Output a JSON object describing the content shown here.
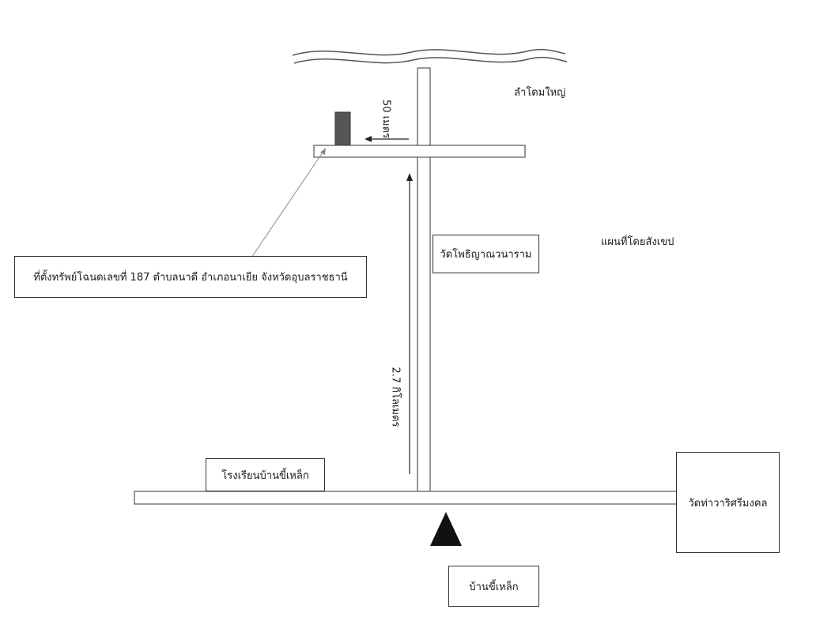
{
  "map": {
    "river_label": "ลำโดมใหญ่",
    "map_label": "แผนที่โดยสังเขป",
    "property_label": "ที่ตั้งทรัพย์โฉนดเลขที่ 187 ตำบลนาดี อำเภอนาเยีย จังหวัดอุบลราชธานี",
    "temple_mid_label": "วัดโพธิญาณวนาราม",
    "school_label": "โรงเรียนบ้านขี้เหล็ก",
    "temple_right_label": "วัดท่าวาริศรีมงคล",
    "village_label": "บ้านขี้เหล็ก",
    "distance_short": "50 เมตร",
    "distance_long": "2.7 กิโลเมตร"
  }
}
